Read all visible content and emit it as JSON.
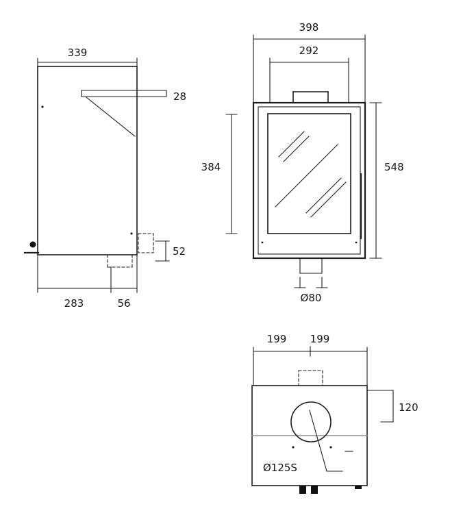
{
  "side_view": {
    "overall_depth": "339",
    "flue_stub": "28",
    "base_height": "52",
    "depth_front": "283",
    "depth_rear": "56"
  },
  "front_view": {
    "overall_width": "398",
    "inner_width": "292",
    "glass_height": "384",
    "overall_height": "548",
    "outlet_diameter": "Ø80"
  },
  "top_view": {
    "half_width_left": "199",
    "half_width_right": "199",
    "flue_offset": "120",
    "flue_diameter": "Ø125S"
  }
}
